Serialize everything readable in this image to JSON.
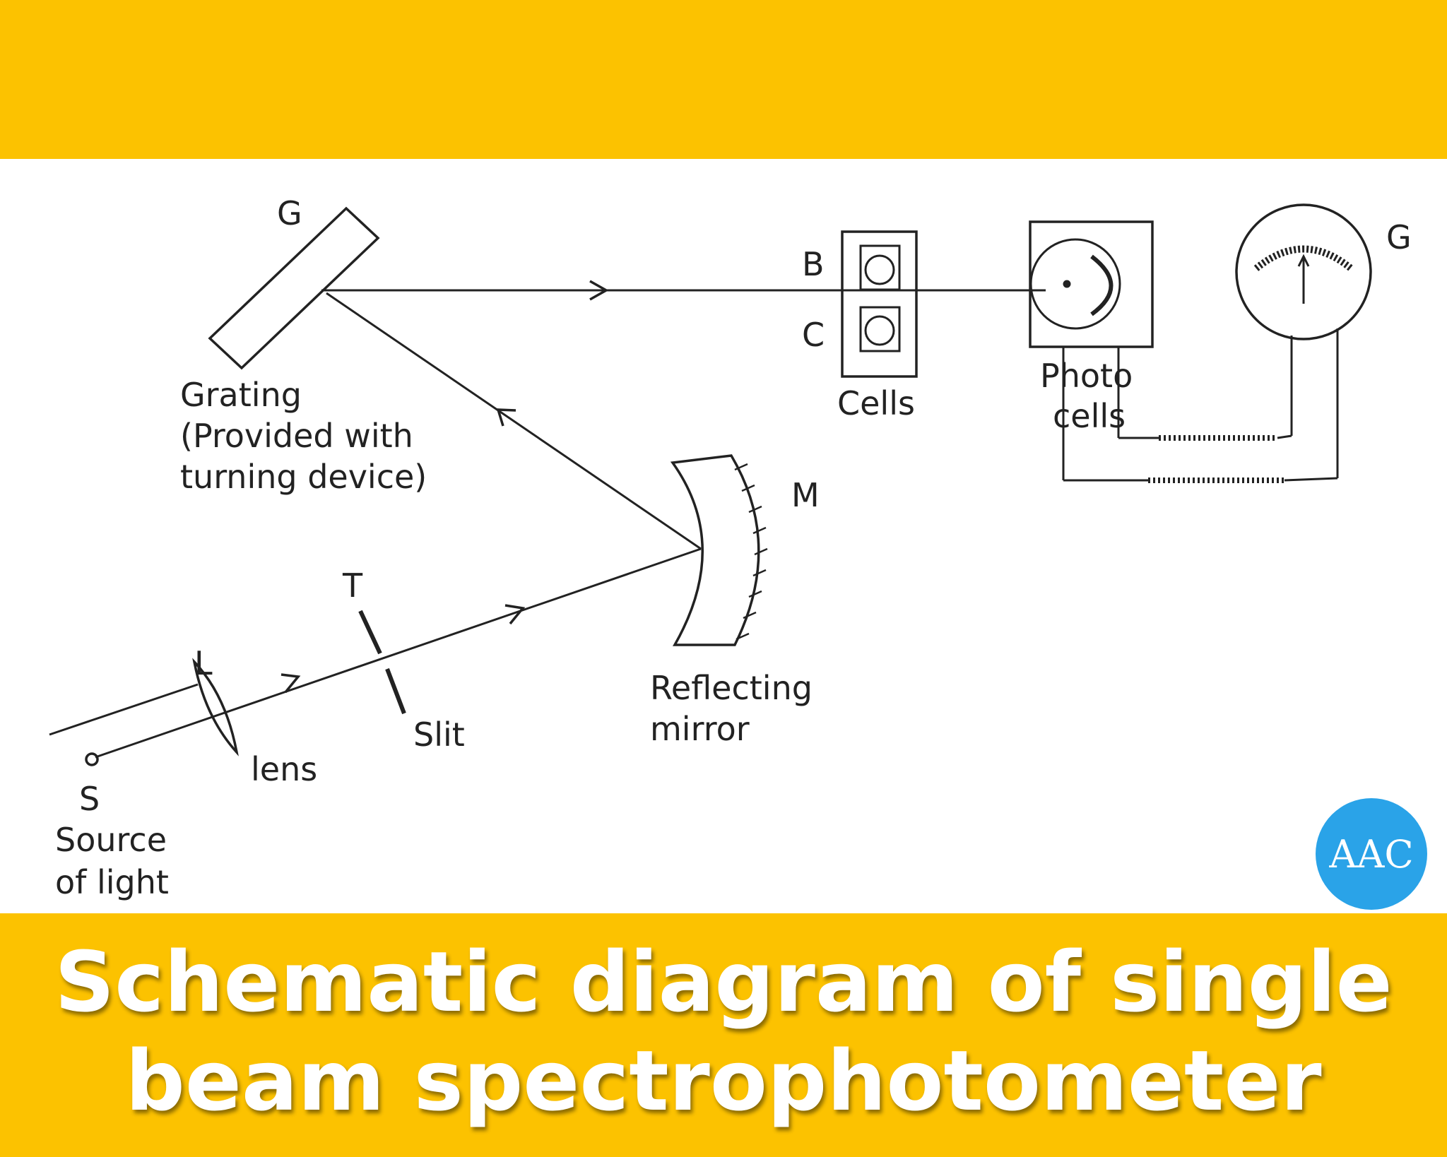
{
  "caption": {
    "line1": "Schematic diagram of single",
    "line2": "beam spectrophotometer"
  },
  "labels": {
    "grating_letter": "G",
    "grating_line1": "Grating",
    "grating_line2": "(Provided with",
    "grating_line3": "turning device)",
    "cell_b": "B",
    "cell_c": "C",
    "cells": "Cells",
    "photo_line1": "Photo",
    "photo_line2": "cells",
    "galvanometer_letter": "G",
    "mirror_letter": "M",
    "mirror_line1": "Reflecting",
    "mirror_line2": "mirror",
    "slit_letter": "T",
    "slit": "Slit",
    "lens_letter": "L",
    "lens": "lens",
    "source_letter": "S",
    "source_line1": "Source",
    "source_line2": "of light"
  },
  "badge": {
    "text": "AAC"
  },
  "colors": {
    "band": "#fcc200",
    "badge": "#2aa3e8",
    "ink": "#222222",
    "caption": "#ffffff"
  }
}
